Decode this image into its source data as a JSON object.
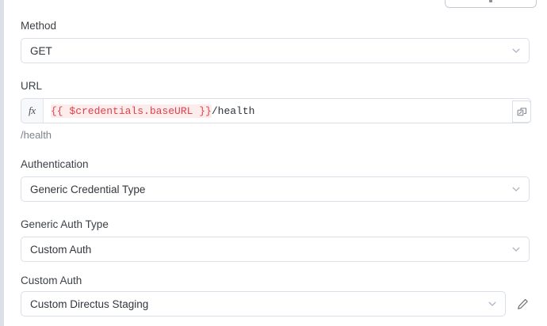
{
  "panel": {
    "top_partial_control": {
      "name": "partial-card-above",
      "label": ""
    },
    "fields": [
      {
        "key": "method",
        "label": "Method",
        "type": "select",
        "value": "GET",
        "chevron_icon": "chevron-down-icon"
      },
      {
        "key": "url",
        "label": "URL",
        "type": "expression",
        "fx_label": "fx",
        "expression_token": "{{ $credentials.baseURL }}",
        "expression_plain": "/health",
        "preview": "/health",
        "expand_icon": "open-expression-editor-icon"
      },
      {
        "key": "authentication",
        "label": "Authentication",
        "type": "select",
        "value": "Generic Credential Type",
        "chevron_icon": "chevron-down-icon"
      },
      {
        "key": "generic_auth_type",
        "label": "Generic Auth Type",
        "type": "select",
        "value": "Custom Auth",
        "chevron_icon": "chevron-down-icon"
      },
      {
        "key": "custom_auth",
        "label": "Custom Auth",
        "type": "select-with-edit",
        "value": "Custom Directus Staging",
        "chevron_icon": "chevron-down-icon",
        "edit_icon": "pencil-edit-icon"
      }
    ]
  },
  "colors": {
    "background": "#ffffff",
    "rail": "#dbdfe7",
    "border": "#dbdfe7",
    "text": "#33373b",
    "label": "#3c4147",
    "muted": "#7d838b",
    "expression_red": "#e0414c",
    "expression_bg": "#fdecec",
    "fx_bg": "#f7f8fa"
  }
}
